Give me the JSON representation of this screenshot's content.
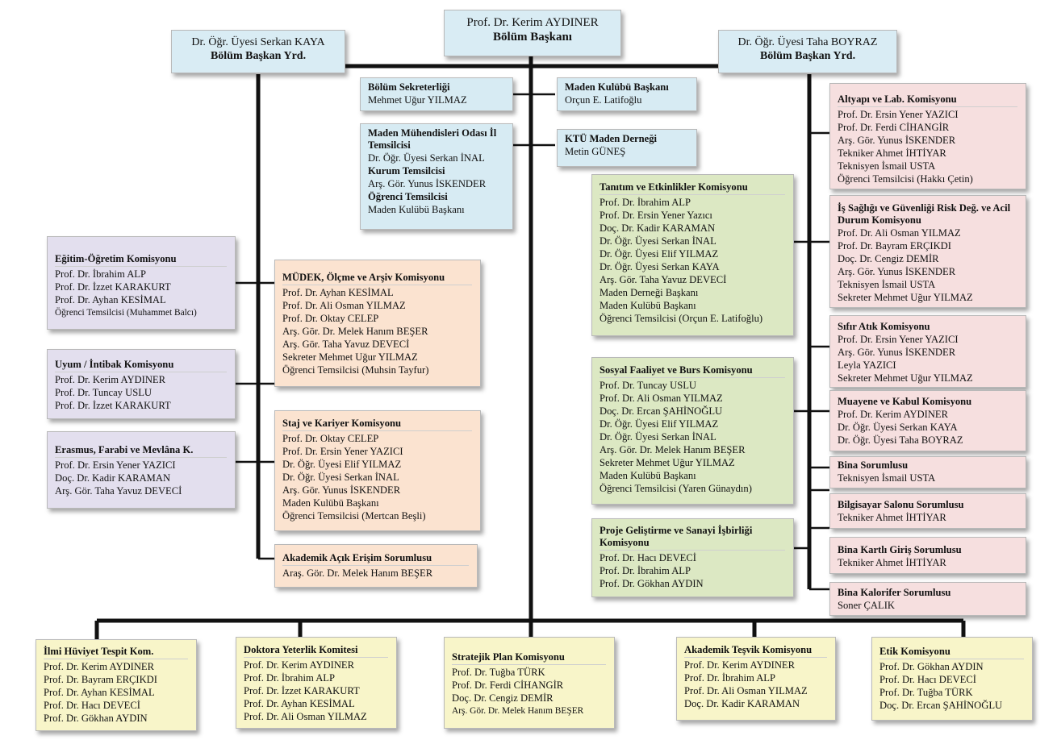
{
  "head": {
    "name": "Prof. Dr. Kerim AYDINER",
    "role": "Bölüm Başkanı"
  },
  "deputy_left": {
    "name": "Dr. Öğr. Üyesi Serkan KAYA",
    "role": "Bölüm Başkan Yrd."
  },
  "deputy_right": {
    "name": "Dr. Öğr. Üyesi Taha BOYRAZ",
    "role": "Bölüm Başkan Yrd."
  },
  "secretariat": {
    "title": "Bölüm Sekreterliği",
    "members": [
      "Mehmet Uğur YILMAZ"
    ]
  },
  "chamber": {
    "title": "Maden Mühendisleri Odası İl Temsilcisi",
    "line1": "Dr. Öğr. Üyesi Serkan İNAL",
    "sub1": "Kurum Temsilcisi",
    "line2": "Arş. Gör. Yunus İSKENDER",
    "sub2": "Öğrenci Temsilcisi",
    "line3": "Maden Kulübü Başkanı"
  },
  "club": {
    "title": "Maden Kulübü Başkanı",
    "members": [
      "Orçun E. Latifoğlu"
    ]
  },
  "assoc": {
    "title": "KTÜ Maden Derneği",
    "members": [
      "Metin GÜNEŞ"
    ]
  },
  "egitim": {
    "title": "Eğitim-Öğretim Komisyonu",
    "members": [
      "Prof. Dr. İbrahim ALP",
      "Prof. Dr. İzzet KARAKURT",
      "Prof. Dr. Ayhan KESİMAL"
    ],
    "student": "Öğrenci Temsilcisi (Muhammet Balcı)"
  },
  "uyum": {
    "title": "Uyum / İntibak Komisyonu",
    "members": [
      "Prof. Dr. Kerim AYDINER",
      "Prof. Dr. Tuncay USLU",
      "Prof. Dr. İzzet KARAKURT"
    ]
  },
  "erasmus": {
    "title": "Erasmus, Farabi ve Mevlâna K.",
    "members": [
      "Prof. Dr. Ersin Yener YAZICI",
      "Doç. Dr. Kadir KARAMAN",
      "Arş. Gör. Taha Yavuz DEVECİ"
    ]
  },
  "mudek": {
    "title": "MÜDEK, Ölçme ve Arşiv Komisyonu",
    "members": [
      "Prof. Dr. Ayhan KESİMAL",
      "Prof. Dr. Ali Osman YILMAZ",
      "Prof. Dr. Oktay CELEP",
      "Arş. Gör. Dr. Melek Hanım BEŞER",
      "Arş. Gör. Taha Yavuz DEVECİ",
      "Sekreter Mehmet Uğur YILMAZ",
      "Öğrenci Temsilcisi (Muhsin Tayfur)"
    ]
  },
  "staj": {
    "title": "Staj ve Kariyer Komisyonu",
    "members": [
      "Prof. Dr. Oktay CELEP",
      "Prof. Dr. Ersin Yener YAZICI",
      "Dr. Öğr. Üyesi Elif YILMAZ",
      "Dr. Öğr. Üyesi Serkan İNAL",
      "Arş. Gör. Yunus İSKENDER",
      "Maden Kulübü Başkanı",
      "Öğrenci Temsilcisi (Mertcan Beşli)"
    ]
  },
  "akademik_acik": {
    "title": "Akademik Açık Erişim Sorumlusu",
    "members": [
      "Araş. Gör. Dr. Melek Hanım BEŞER"
    ]
  },
  "tanitim": {
    "title": "Tanıtım ve Etkinlikler Komisyonu",
    "members": [
      "Prof. Dr. İbrahim ALP",
      "Prof. Dr. Ersin Yener Yazıcı",
      "Doç. Dr. Kadir KARAMAN",
      "Dr. Öğr. Üyesi Serkan İNAL",
      "Dr. Öğr. Üyesi Elif YILMAZ",
      "Dr. Öğr. Üyesi Serkan KAYA",
      "Arş. Gör. Taha Yavuz DEVECİ",
      "Maden Derneği Başkanı",
      "Maden Kulübü Başkanı",
      "Öğrenci Temsilcisi (Orçun E. Latifoğlu)"
    ]
  },
  "sosyal": {
    "title": "Sosyal Faaliyet ve Burs Komisyonu",
    "members": [
      "Prof. Dr. Tuncay USLU",
      "Prof. Dr. Ali Osman YILMAZ",
      "Doç. Dr. Ercan ŞAHİNOĞLU",
      "Dr. Öğr. Üyesi Elif YILMAZ",
      "Dr. Öğr. Üyesi Serkan İNAL",
      "Arş. Gör. Dr. Melek Hanım BEŞER",
      "Sekreter Mehmet Uğur YILMAZ",
      "Maden Kulübü Başkanı",
      "Öğrenci Temsilcisi (Yaren Günaydın)"
    ]
  },
  "proje": {
    "title": "Proje Geliştirme ve Sanayi İşbirliği Komisyonu",
    "members": [
      "Prof. Dr. Hacı DEVECİ",
      "Prof. Dr. İbrahim ALP",
      "Prof. Dr. Gökhan AYDIN"
    ]
  },
  "altyapi": {
    "title": "Altyapı ve Lab. Komisyonu",
    "members": [
      "Prof. Dr. Ersin Yener YAZICI",
      "Prof. Dr. Ferdi CİHANGİR",
      "Arş. Gör. Yunus İSKENDER",
      "Tekniker Ahmet İHTİYAR",
      "Teknisyen İsmail USTA",
      "Öğrenci Temsilcisi (Hakkı Çetin)"
    ]
  },
  "isg": {
    "title": "İş Sağlığı ve Güvenliği Risk Değ. ve Acil Durum Komisyonu",
    "members": [
      "Prof. Dr. Ali Osman YILMAZ",
      "Prof. Dr. Bayram ERÇIKDI",
      "Doç. Dr. Cengiz DEMİR",
      "Arş. Gör. Yunus İSKENDER",
      "Teknisyen İsmail USTA",
      "Sekreter Mehmet Uğur YILMAZ"
    ]
  },
  "sifir": {
    "title": "Sıfır Atık Komisyonu",
    "members": [
      "Prof. Dr. Ersin Yener YAZICI",
      "Arş. Gör. Yunus İSKENDER",
      "Leyla YAZICI",
      "Sekreter Mehmet Uğur YILMAZ"
    ]
  },
  "muayene": {
    "title": "Muayene ve Kabul Komisyonu",
    "members": [
      "Prof. Dr. Kerim AYDINER",
      "Dr. Öğr. Üyesi Serkan KAYA",
      "Dr. Öğr. Üyesi Taha BOYRAZ"
    ]
  },
  "bina": {
    "title": "Bina Sorumlusu",
    "members": [
      "Teknisyen İsmail USTA"
    ]
  },
  "bilgisayar": {
    "title": "Bilgisayar Salonu Sorumlusu",
    "members": [
      "Tekniker Ahmet İHTİYAR"
    ]
  },
  "kartli": {
    "title": "Bina Kartlı Giriş Sorumlusu",
    "members": [
      "Tekniker Ahmet İHTİYAR"
    ]
  },
  "kalorifer": {
    "title": "Bina Kalorifer Sorumlusu",
    "members": [
      "Soner ÇALIK"
    ]
  },
  "ilmi": {
    "title": "İlmi Hüviyet Tespit Kom.",
    "members": [
      "Prof. Dr. Kerim AYDINER",
      "Prof. Dr. Bayram ERÇIKDI",
      "Prof. Dr. Ayhan KESİMAL",
      "Prof. Dr. Hacı DEVECİ",
      "Prof. Dr. Gökhan AYDIN"
    ]
  },
  "doktora": {
    "title": "Doktora Yeterlik Komitesi",
    "members": [
      "Prof. Dr. Kerim AYDINER",
      "Prof. Dr. İbrahim ALP",
      "Prof. Dr. İzzet KARAKURT",
      "Prof. Dr. Ayhan KESİMAL",
      "Prof. Dr. Ali Osman YILMAZ"
    ]
  },
  "stratejik": {
    "title": "Stratejik Plan Komisyonu",
    "members": [
      "Prof. Dr. Tuğba TÜRK",
      "Prof. Dr. Ferdi CİHANGİR",
      "Doç. Dr. Cengiz DEMİR"
    ],
    "extra": "Arş. Gör. Dr. Melek Hanım BEŞER"
  },
  "tesvik": {
    "title": "Akademik Teşvik Komisyonu",
    "members": [
      "Prof. Dr. Kerim AYDINER",
      "Prof. Dr. İbrahim ALP",
      "Prof. Dr. Ali Osman YILMAZ",
      "Doç. Dr. Kadir KARAMAN"
    ]
  },
  "etik": {
    "title": "Etik Komisyonu",
    "members": [
      "Prof. Dr. Gökhan AYDIN",
      "Prof. Dr. Hacı DEVECİ",
      "Prof. Dr. Tuğba TÜRK",
      "Doç. Dr. Ercan ŞAHİNOĞLU"
    ]
  },
  "colors": {
    "line": "#111111",
    "head": "#d9ecf4",
    "blue": "#d7ebf3",
    "purple": "#e3dfee",
    "peach": "#fbe3d0",
    "green": "#dce8c3",
    "pink": "#f6dfdf",
    "yellow": "#f8f5c9"
  }
}
